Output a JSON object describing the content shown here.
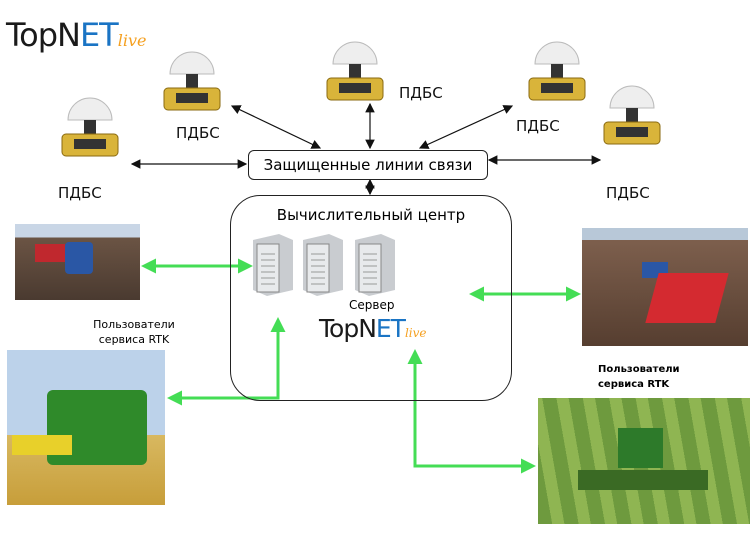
{
  "logo": {
    "main": "TopN",
    "accent": "ET",
    "suffix": "live"
  },
  "stations": [
    {
      "label": "ПДБС"
    },
    {
      "label": "ПДБС"
    },
    {
      "label": "ПДБС"
    },
    {
      "label": "ПДБС"
    },
    {
      "label": "ПДБС"
    }
  ],
  "links_box": {
    "label": "Защищенные линии связи"
  },
  "center": {
    "title": "Вычислительный центр",
    "server_label": "Сервер",
    "logo_main": "TopN",
    "logo_accent": "ET",
    "logo_suffix": "live"
  },
  "users_left": {
    "line1": "Пользователи",
    "line2": "сервиса RTK"
  },
  "users_right": {
    "line1": "Пользователи",
    "line2": "сервиса RTK"
  },
  "colors": {
    "green_arrow": "#44dd55",
    "logo_accent": "#1a74c4",
    "logo_live": "#f5a020"
  }
}
